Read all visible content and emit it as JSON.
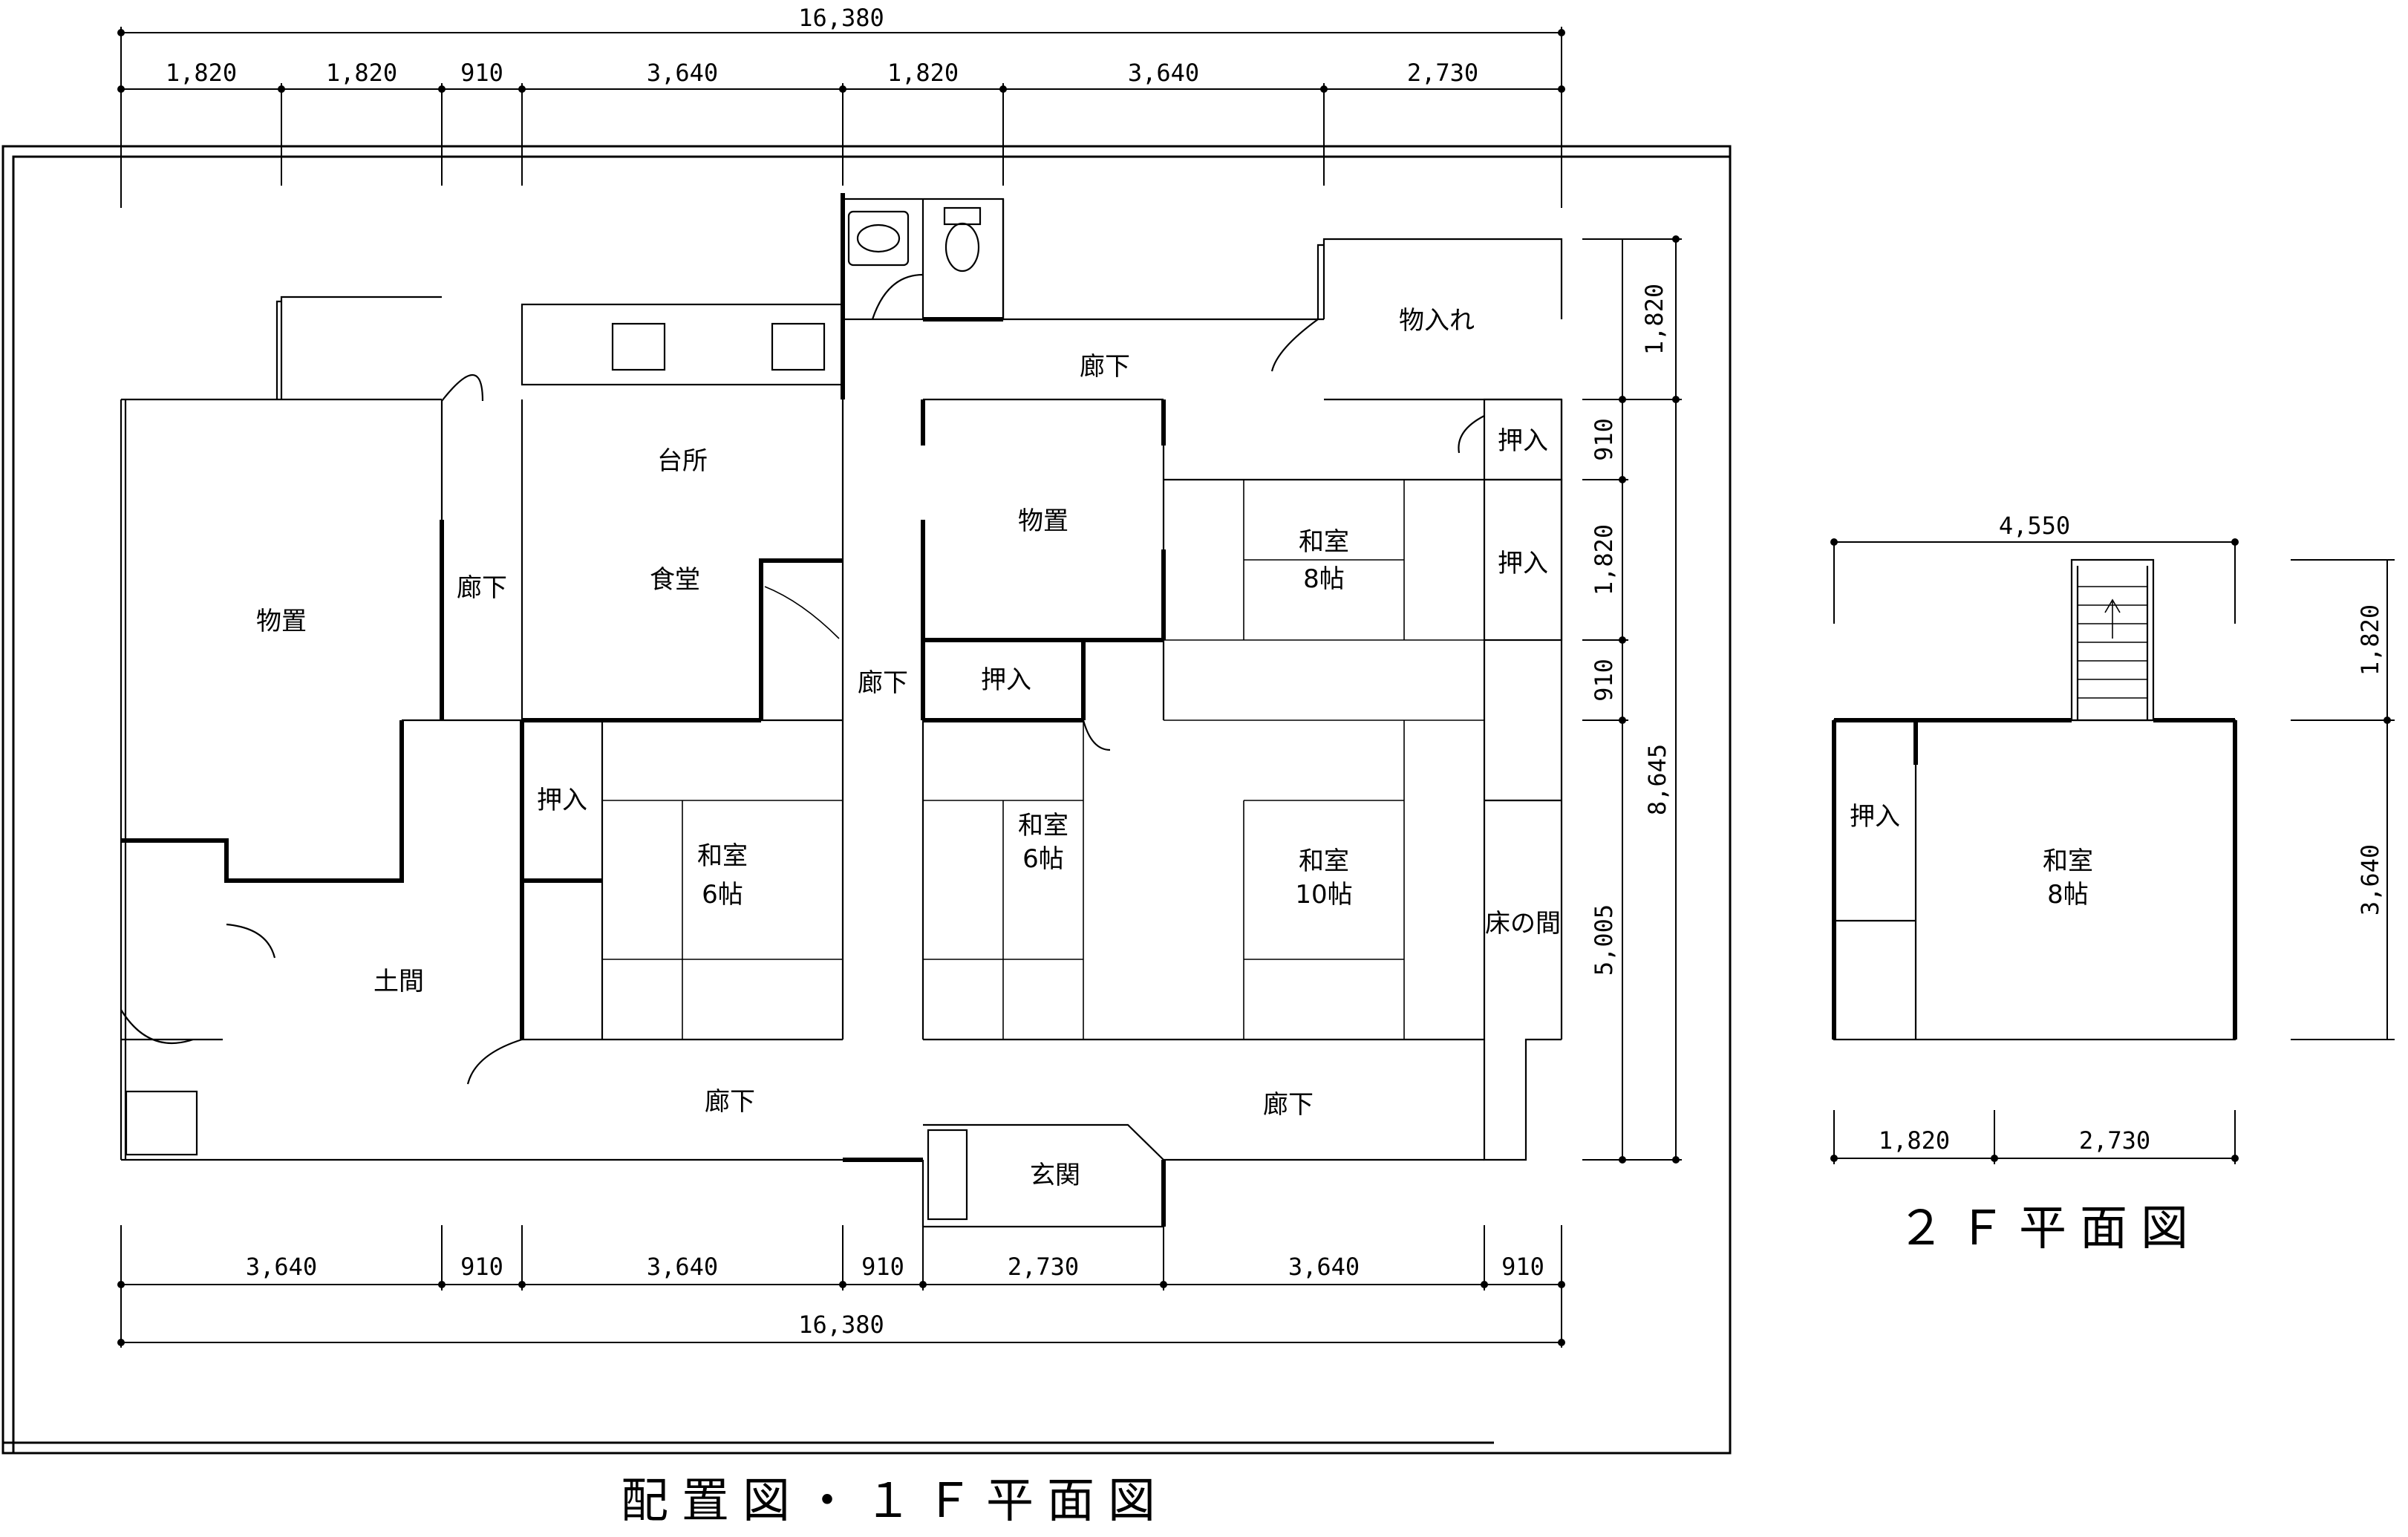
{
  "titles": {
    "floor1": "配置図・１Ｆ平面図",
    "floor2": "２Ｆ平面図"
  },
  "floor1": {
    "rooms": {
      "storage_west": "物置",
      "hall_west": "廊下",
      "kitchen": "台所",
      "dining": "食堂",
      "storage_center": "物置",
      "washitsu8_label": "和室",
      "washitsu8_size": "8帖",
      "storage_closet": "物入れ",
      "oshiire_ne1": "押入",
      "oshiire_ne2": "押入",
      "hall_north": "廊下",
      "hall_center": "廊下",
      "oshiire_center": "押入",
      "oshiire_west": "押入",
      "washitsu6a_label": "和室",
      "washitsu6a_size": "6帖",
      "washitsu6b_label": "和室",
      "washitsu6b_size": "6帖",
      "washitsu10_label": "和室",
      "washitsu10_size": "10帖",
      "tokonoma": "床の間",
      "doma": "土間",
      "hall_south_w": "廊下",
      "hall_south_e": "廊下",
      "genkan": "玄関"
    },
    "dims_top": {
      "total": "16,380",
      "seg1": "1,820",
      "seg2": "1,820",
      "seg3": "910",
      "seg4": "3,640",
      "seg5": "1,820",
      "seg6": "3,640",
      "seg7": "2,730"
    },
    "dims_bottom": {
      "total": "16,380",
      "seg1": "3,640",
      "seg2": "910",
      "seg3": "3,640",
      "seg4": "910",
      "seg5": "2,730",
      "seg6": "3,640",
      "seg7": "910"
    },
    "dims_right": {
      "seg1": "1,820",
      "seg2": "910",
      "seg3": "1,820",
      "seg4": "910",
      "seg5": "5,005",
      "total": "8,645"
    }
  },
  "floor2": {
    "rooms": {
      "oshiire": "押入",
      "washitsu_label": "和室",
      "washitsu_size": "8帖"
    },
    "dims": {
      "top": "4,550",
      "right1": "1,820",
      "right2": "3,640",
      "bottom1": "1,820",
      "bottom2": "2,730"
    }
  }
}
